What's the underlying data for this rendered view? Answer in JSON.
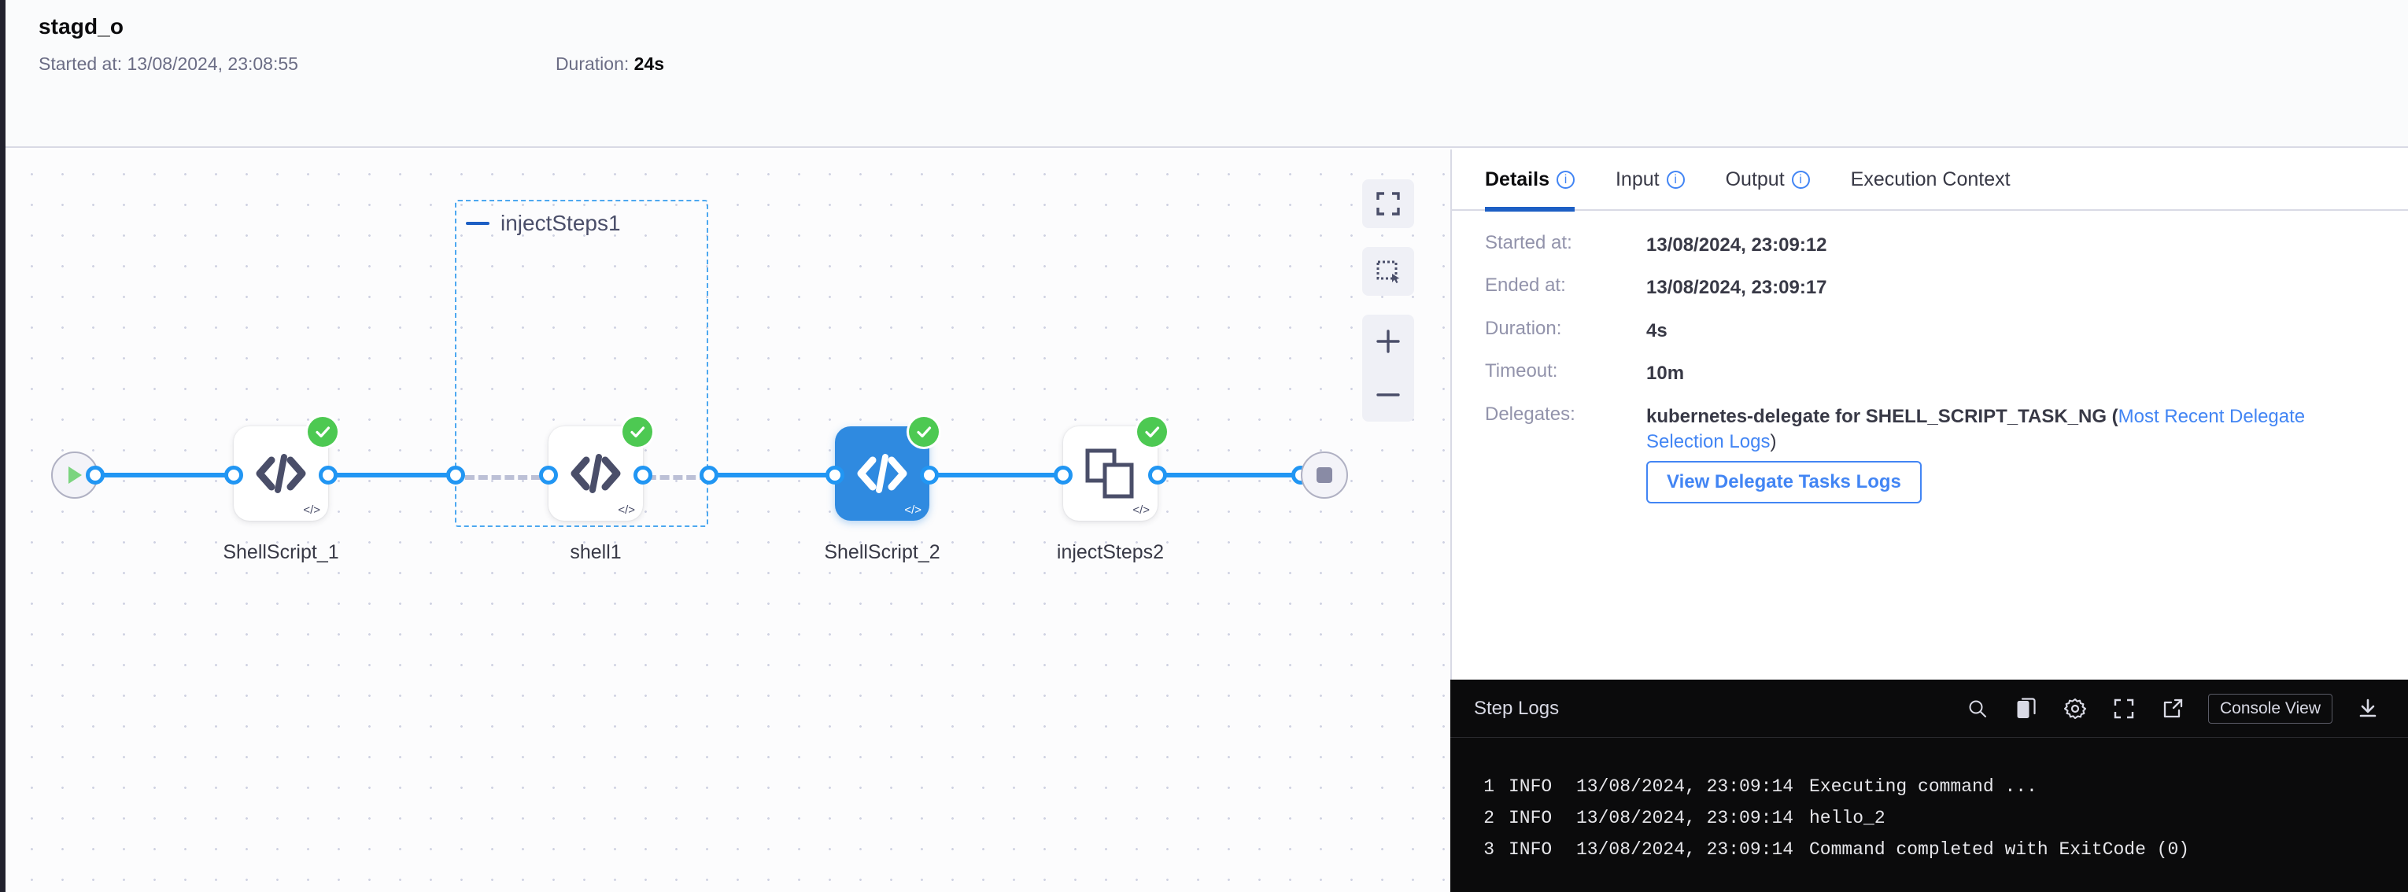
{
  "header": {
    "title": "stagd_o",
    "started_label": "Started at:",
    "started_value": "13/08/2024, 23:08:55",
    "duration_label": "Duration:",
    "duration_value": "24s"
  },
  "canvas": {
    "group": {
      "name": "injectSteps1",
      "collapse_icon": "minus-icon"
    },
    "start_node": {
      "name": "start-node",
      "icon": "play-icon"
    },
    "end_node": {
      "name": "end-node",
      "icon": "stop-square-icon"
    },
    "nodes": [
      {
        "label": "ShellScript_1",
        "icon": "code-icon",
        "corner_icon": "code-small-icon",
        "status": "success",
        "selected": false
      },
      {
        "label": "shell1",
        "icon": "code-icon",
        "corner_icon": "code-small-icon",
        "status": "success",
        "selected": false
      },
      {
        "label": "ShellScript_2",
        "icon": "code-icon",
        "corner_icon": "code-small-icon",
        "status": "success",
        "selected": true
      },
      {
        "label": "injectSteps2",
        "icon": "copy-stack-icon",
        "corner_icon": "code-small-icon",
        "status": "success",
        "selected": false
      }
    ],
    "controls": [
      {
        "name": "fit-to-screen-button",
        "icon": "fullscreen-icon"
      },
      {
        "name": "selection-box-button",
        "icon": "marquee-select-icon"
      },
      {
        "name": "zoom-in-button",
        "icon": "plus-icon"
      },
      {
        "name": "zoom-out-button",
        "icon": "minus-icon"
      }
    ]
  },
  "right_panel": {
    "tabs": [
      {
        "label": "Details",
        "info": true,
        "active": true
      },
      {
        "label": "Input",
        "info": true,
        "active": false
      },
      {
        "label": "Output",
        "info": true,
        "active": false
      },
      {
        "label": "Execution Context",
        "info": false,
        "active": false
      }
    ],
    "details": {
      "started_label": "Started at:",
      "started_value": "13/08/2024, 23:09:12",
      "ended_label": "Ended at:",
      "ended_value": "13/08/2024, 23:09:17",
      "duration_label": "Duration:",
      "duration_value": "4s",
      "timeout_label": "Timeout:",
      "timeout_value": "10m",
      "delegates_label": "Delegates:",
      "delegates_value": "kubernetes-delegate for SHELL_SCRIPT_TASK_NG (",
      "delegates_link": "Most Recent Delegate Selection Logs",
      "delegates_suffix": ")",
      "view_logs_button": "View Delegate Tasks Logs"
    }
  },
  "logs": {
    "title": "Step Logs",
    "tools": [
      {
        "name": "search-icon"
      },
      {
        "name": "copy-icon"
      },
      {
        "name": "gear-icon"
      },
      {
        "name": "fullscreen-icon"
      },
      {
        "name": "external-link-icon"
      }
    ],
    "console_view_label": "Console View",
    "download_icon": "download-icon",
    "lines": [
      {
        "num": "1",
        "level": "INFO",
        "ts": "13/08/2024, 23:09:14",
        "msg": "Executing command ..."
      },
      {
        "num": "2",
        "level": "INFO",
        "ts": "13/08/2024, 23:09:14",
        "msg": "hello_2"
      },
      {
        "num": "3",
        "level": "INFO",
        "ts": "13/08/2024, 23:09:14",
        "msg": "Command completed with ExitCode (0)"
      }
    ]
  },
  "colors": {
    "accent_blue": "#2196f3",
    "link_blue": "#4285f4",
    "success_green": "#4dc952",
    "selected_node": "#2f8ae0",
    "log_bg": "#0b0b0c"
  }
}
